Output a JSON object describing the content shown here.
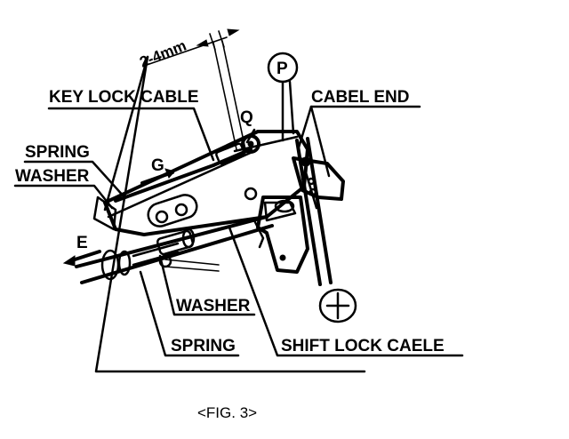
{
  "labels": {
    "dimension": "2-4mm",
    "key_lock_cable": "KEY LOCK CABLE",
    "spring_top": "SPRING",
    "washer_top": "WASHER",
    "letter_g": "G",
    "letter_e": "E",
    "letter_q": "Q",
    "letter_p": "P",
    "cabel_end": "CABEL END",
    "washer_bottom": "WASHER",
    "spring_bottom": "SPRING",
    "shift_lock_cable": "SHIFT LOCK CAELE"
  },
  "caption": "<FIG. 3>"
}
